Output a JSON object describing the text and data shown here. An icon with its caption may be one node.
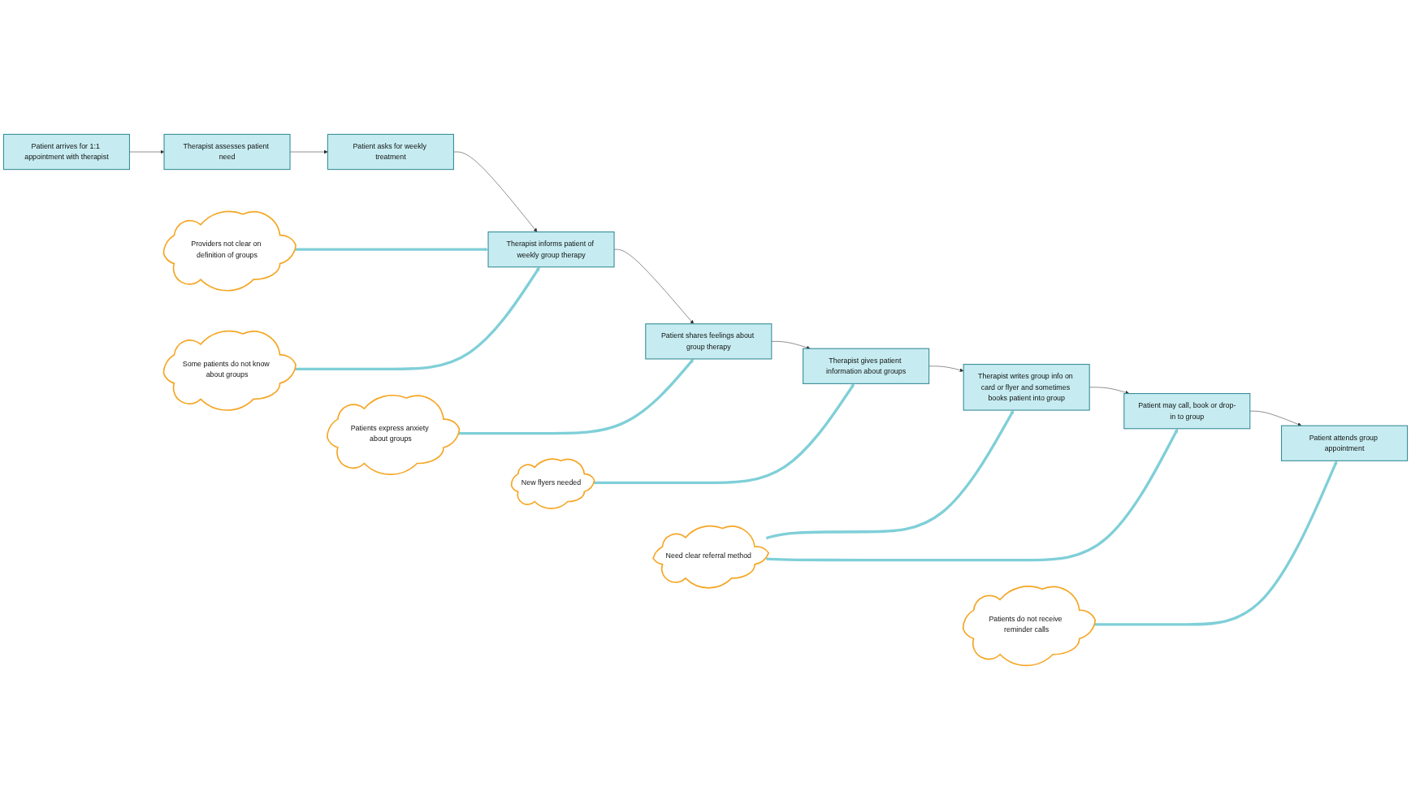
{
  "diagram": {
    "nodes": [
      {
        "text": [
          "Patient arrives for 1:1 appointment with therapist"
        ]
      },
      {
        "text": [
          "Therapist assesses patient need"
        ]
      },
      {
        "text": [
          "Patient asks for weekly treatment"
        ]
      },
      {
        "text": [
          "Providers not clear on definition of groups"
        ]
      },
      {
        "text": [
          "Patients express anxiety about groups"
        ]
      },
      {
        "text": [
          "New flyers needed"
        ]
      },
      {
        "text": [
          "Therapist informs patient of weekly group therapy"
        ]
      },
      {
        "text": [
          "Patient shares feelings about group therapy"
        ]
      },
      {
        "text": [
          "Therapist gives patient information about groups"
        ]
      },
      {
        "text": [
          "Some patients do not know about groups"
        ]
      },
      {
        "text": [
          "Need clear referral method"
        ]
      },
      {
        "text": [
          "Patients do not receive reminder calls"
        ]
      },
      {
        "text": [
          "Therapist writes group info on card or flyer and sometimes books patient into group"
        ]
      },
      {
        "text": [
          "Patient may call, book or drop-in to group"
        ]
      },
      {
        "text": [
          "Patient attends group appointment"
        ]
      }
    ],
    "edges": [
      {
        "from": 0,
        "to": 1,
        "arrow": "to"
      },
      {
        "from": 1,
        "to": 2,
        "arrow": "to"
      },
      {
        "from": 2,
        "to": 6,
        "arrow": "to"
      },
      {
        "from": 6,
        "to": 7,
        "arrow": "to"
      },
      {
        "from": 7,
        "to": 8,
        "arrow": "to"
      },
      {
        "from": 8,
        "to": 12,
        "arrow": "to"
      },
      {
        "from": 12,
        "to": 13,
        "arrow": "to"
      },
      {
        "from": 13,
        "to": 14,
        "arrow": "to"
      },
      {
        "from": 3,
        "to": 6,
        "arrow": "to",
        "style": "thick",
        "color": "#7fcfd8"
      },
      {
        "from": 4,
        "to": 7,
        "arrow": "to",
        "style": "thick",
        "color": "#7fcfd8"
      },
      {
        "from": 5,
        "to": 8,
        "arrow": "to",
        "style": "thick",
        "color": "#7fcfd8"
      },
      {
        "from": 9,
        "to": 6,
        "arrow": "to",
        "style": "thick",
        "color": "#7fcfd8"
      },
      {
        "from": 10,
        "to": 12,
        "arrow": "to",
        "style": "thick",
        "color": "#7fcfd8"
      },
      {
        "from": 10,
        "to": 13,
        "arrow": "to",
        "style": "thick",
        "color": "#7fcfd8"
      },
      {
        "from": 11,
        "to": 14,
        "arrow": "to",
        "style": "thick",
        "color": "#7fcfd8"
      }
    ]
  }
}
